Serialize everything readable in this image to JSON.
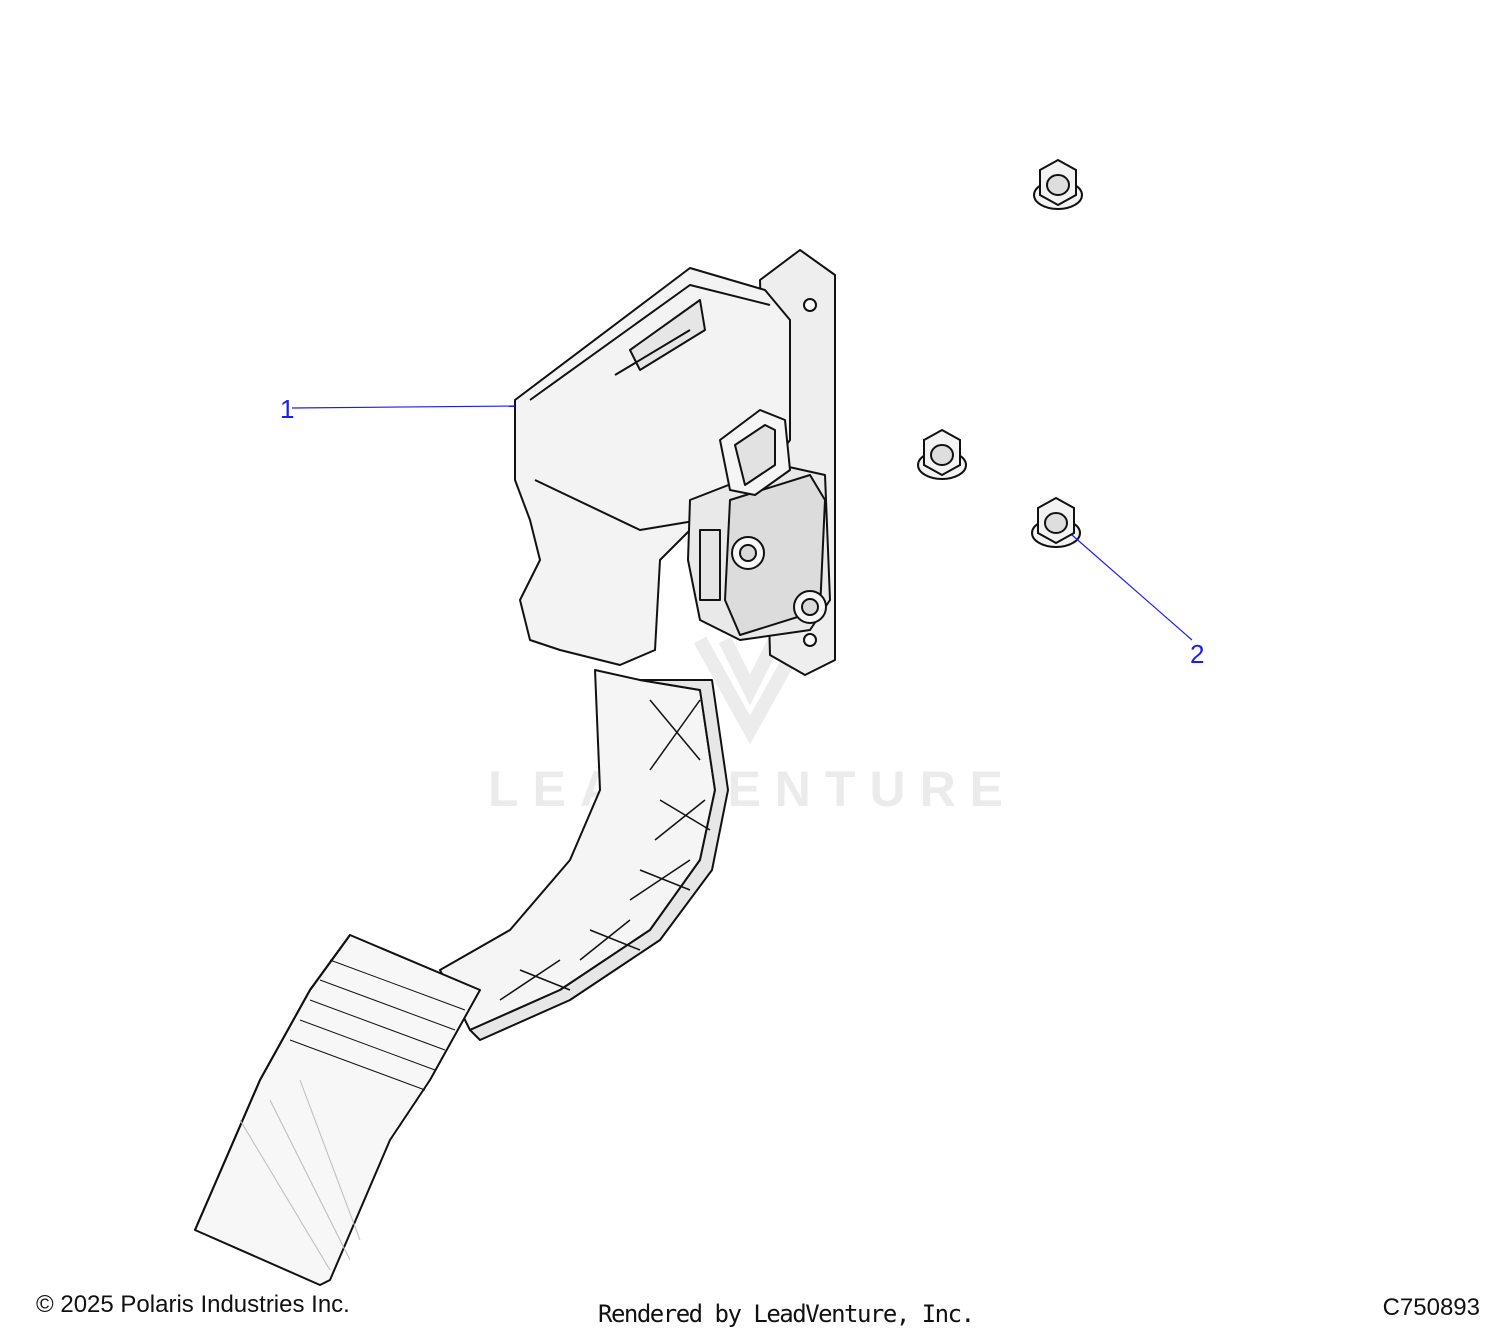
{
  "diagram": {
    "callouts": [
      {
        "number": "1",
        "part": "pedal-assembly"
      },
      {
        "number": "2",
        "part": "flange-nut"
      }
    ],
    "nut_count": 3
  },
  "watermark": {
    "text": "LEADVENTURE"
  },
  "footer": {
    "copyright": "© 2025 Polaris Industries Inc.",
    "rendered_by": "Rendered by LeadVenture, Inc.",
    "diagram_code": "C750893"
  },
  "colors": {
    "callout": "#1a1aff",
    "part_fill": "#f0f0f0",
    "part_stroke": "#111111",
    "watermark": "#ebebeb"
  }
}
